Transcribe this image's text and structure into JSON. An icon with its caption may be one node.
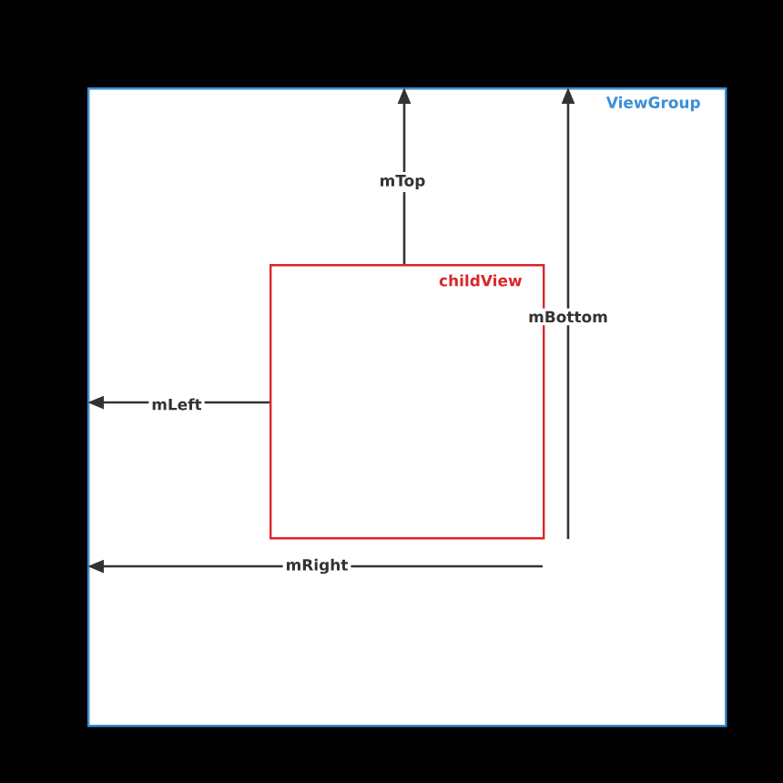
{
  "diagram": {
    "nodes": [
      {
        "text": [
          "ViewGroup"
        ]
      },
      {
        "text": [
          "childView"
        ],
        "in": 0
      }
    ],
    "edges": [
      {
        "from": 1,
        "to": 0,
        "arrow": "to",
        "label": "mTop"
      },
      {
        "from": null,
        "to": 0,
        "arrow": "to",
        "label": "mBottom"
      },
      {
        "from": 1,
        "to": 0,
        "arrow": "to",
        "label": "mLeft"
      },
      {
        "from": null,
        "to": 0,
        "arrow": "to",
        "label": "mRight"
      }
    ]
  }
}
